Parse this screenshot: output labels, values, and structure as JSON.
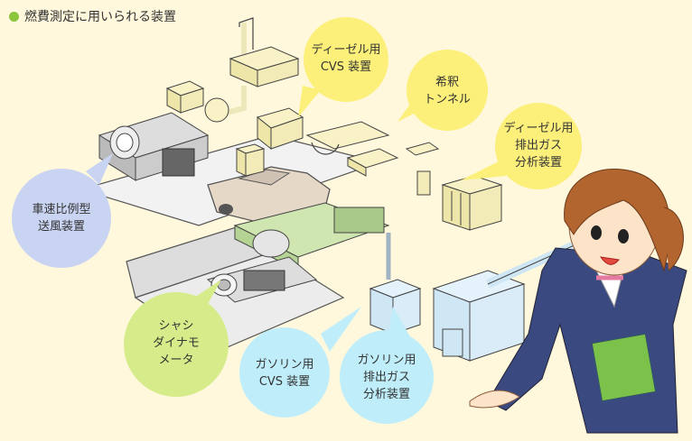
{
  "title": "燃費測定に用いられる装置",
  "labels": {
    "diesel_cvs": "ディーゼル用\nCVS 装置",
    "dilution_tunnel": "希釈\nトンネル",
    "diesel_exhaust": "ディーゼル用\n排出ガス\n分析装置",
    "fan": "車速比例型\n送風装置",
    "chassis_dyno": "シャシ\nダイナモ\nメータ",
    "gasoline_cvs": "ガソリン用\nCVS 装置",
    "gasoline_exhaust": "ガソリン用\n排出ガス\n分析装置"
  },
  "colors": {
    "background": "#fff8dc",
    "yellow_bubble": "#fcf07a",
    "blue_bubble": "#c9d3f2",
    "green_bubble": "#d6ec8a",
    "cyan_bubble": "#bfeefa",
    "title_dot": "#8cc63f"
  }
}
